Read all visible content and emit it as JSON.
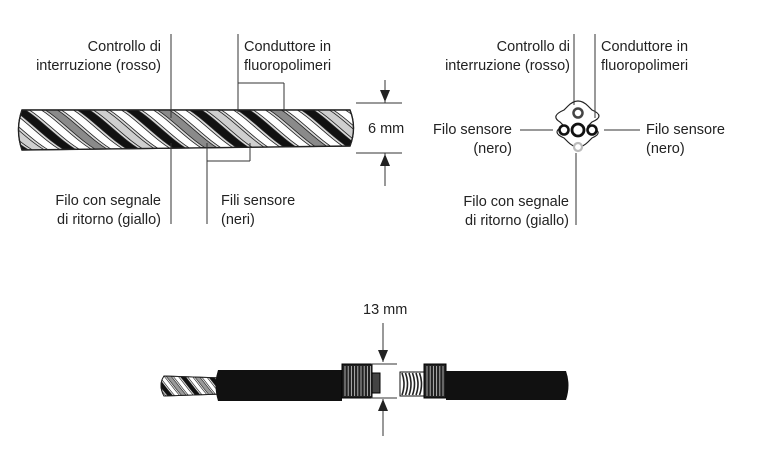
{
  "side_view": {
    "label_interrupt": [
      "Controllo di",
      "interruzione (rosso)"
    ],
    "label_conductor": [
      "Conduttore in",
      "fluoropolimeri"
    ],
    "label_return": [
      "Filo con segnale",
      "di ritorno (giallo)"
    ],
    "label_sensors": [
      "Fili sensore",
      "(neri)"
    ],
    "dimension": "6 mm"
  },
  "cross_section": {
    "label_interrupt": [
      "Controllo di",
      "interruzione (rosso)"
    ],
    "label_conductor": [
      "Conduttore in",
      "fluoropolimeri"
    ],
    "label_sensor_left": [
      "Filo sensore",
      "(nero)"
    ],
    "label_sensor_right": [
      "Filo sensore",
      "(nero)"
    ],
    "label_return": [
      "Filo con segnale",
      "di ritorno (giallo)"
    ]
  },
  "connector_view": {
    "dimension": "13 mm"
  }
}
